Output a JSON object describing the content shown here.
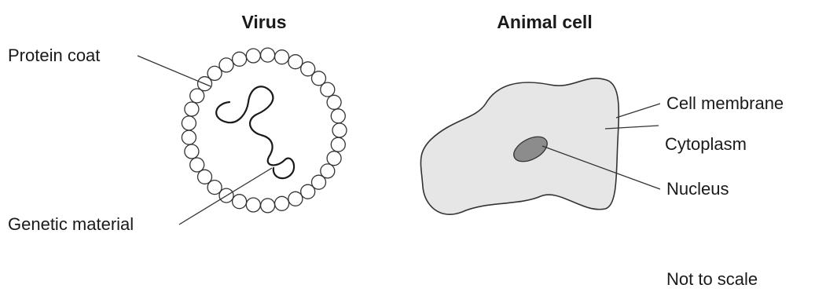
{
  "virus": {
    "title": "Virus",
    "labels": {
      "protein_coat": "Protein coat",
      "genetic_material": "Genetic material"
    }
  },
  "animal_cell": {
    "title": "Animal cell",
    "labels": {
      "cell_membrane": "Cell membrane",
      "cytoplasm": "Cytoplasm",
      "nucleus": "Nucleus"
    }
  },
  "note": "Not to scale",
  "colors": {
    "cytoplasm_fill": "#e6e6e6",
    "nucleus_fill": "#8c8c8c",
    "outline": "#333333"
  }
}
